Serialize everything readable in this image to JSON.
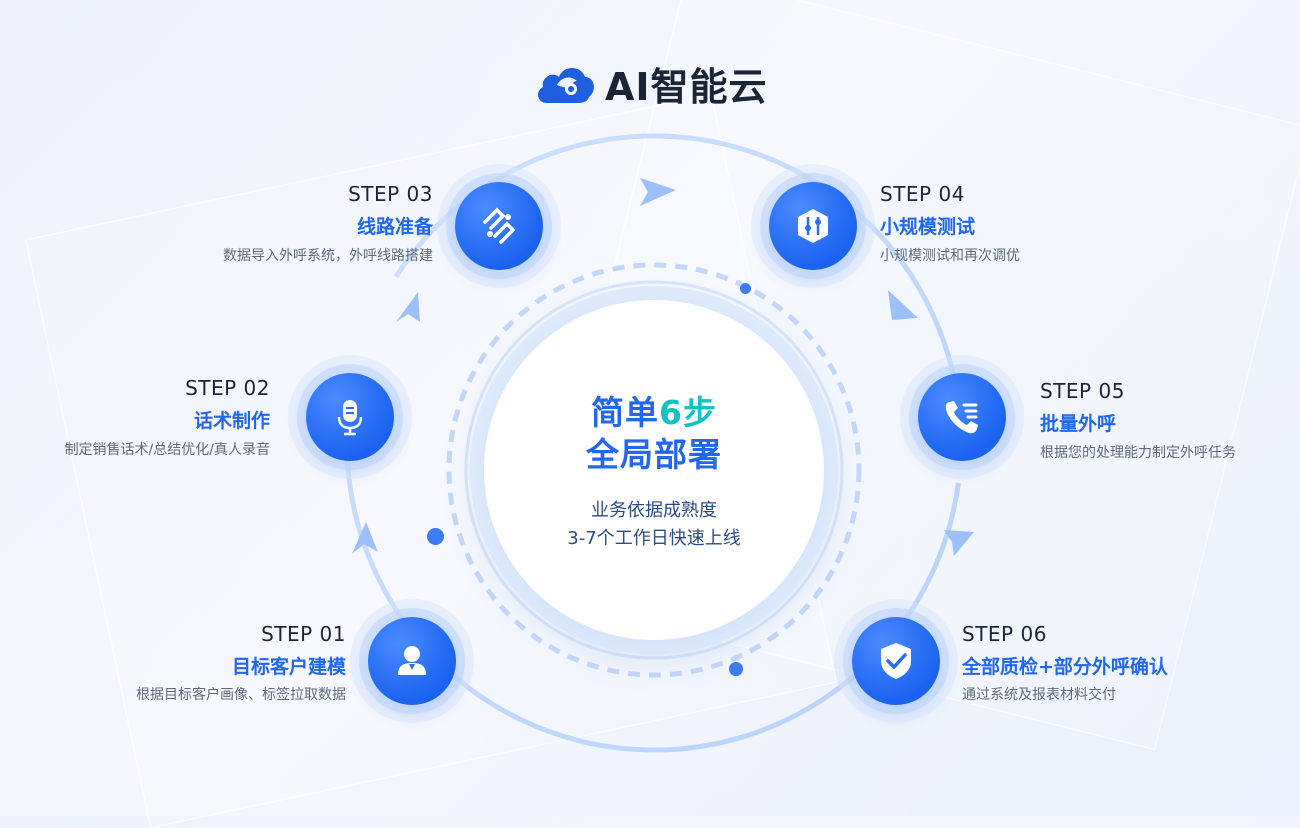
{
  "brand": {
    "name": "AI智能云",
    "logo_icon": "cloud-panther-logo-icon"
  },
  "center": {
    "line1_a": "简单",
    "line1_b": "6步",
    "line2": "全局部署",
    "line3": "业务依据成熟度",
    "line4": "3-7个工作日快速上线"
  },
  "steps": [
    {
      "step": "STEP 01",
      "title": "目标客户建模",
      "desc": "根据目标客户画像、标签拉取数据",
      "icon": "user-icon"
    },
    {
      "step": "STEP 02",
      "title": "话术制作",
      "desc": "制定销售话术/总结优化/真人录音",
      "icon": "microphone-icon"
    },
    {
      "step": "STEP 03",
      "title": "线路准备",
      "desc": "数据导入外呼系统，外呼线路搭建",
      "icon": "route-icon"
    },
    {
      "step": "STEP 04",
      "title": "小规模测试",
      "desc": "小规模测试和再次调优",
      "icon": "sliders-icon"
    },
    {
      "step": "STEP 05",
      "title": "批量外呼",
      "desc": "根据您的处理能力制定外呼任务",
      "icon": "phone-list-icon"
    },
    {
      "step": "STEP 06",
      "title": "全部质检+部分外呼确认",
      "desc": "通过系统及报表材料交付",
      "icon": "shield-check-icon"
    }
  ],
  "colors": {
    "primary": "#2167f0",
    "accent": "#13c2c2",
    "text_dark": "#1c2437",
    "text_muted": "#616a7c"
  }
}
